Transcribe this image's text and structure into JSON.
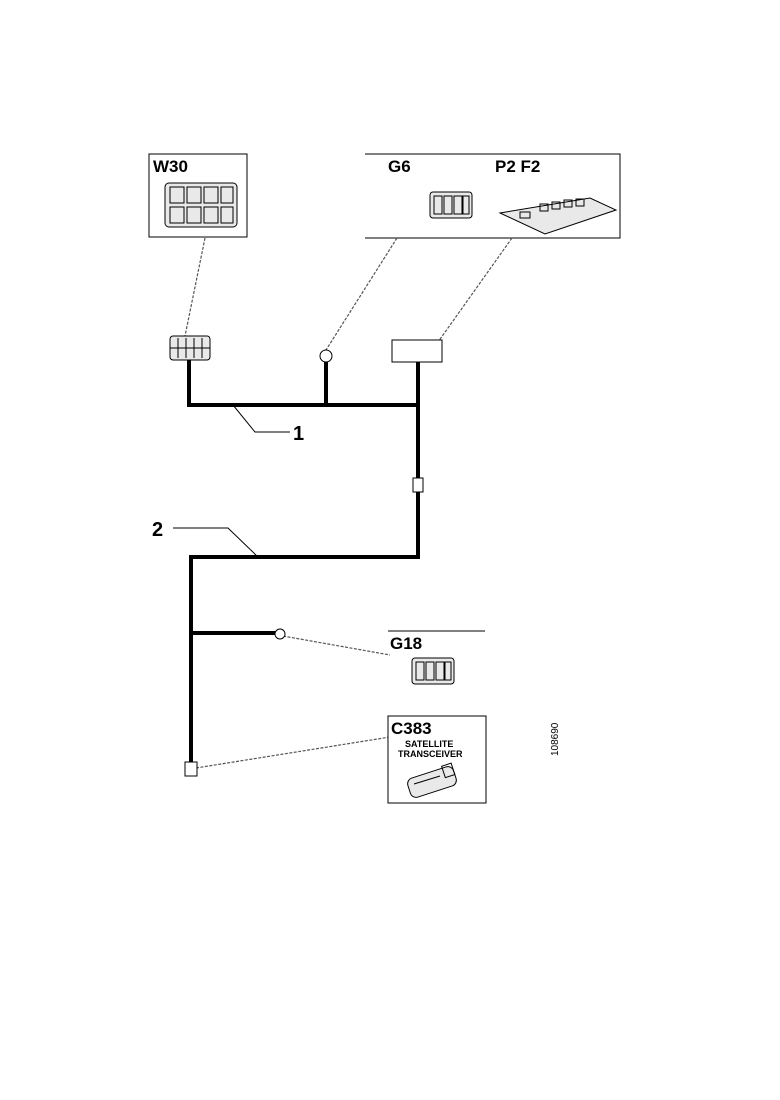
{
  "labels": {
    "w30": "W30",
    "g6": "G6",
    "p2f2": "P2 F2",
    "g18": "G18",
    "c383": "C383",
    "satellite_line1": "SATELLITE",
    "satellite_line2": "TRANSCEIVER",
    "harness_1": "1",
    "harness_2": "2",
    "figure_id": "108690"
  },
  "colors": {
    "ink": "#000000",
    "background": "#ffffff"
  }
}
